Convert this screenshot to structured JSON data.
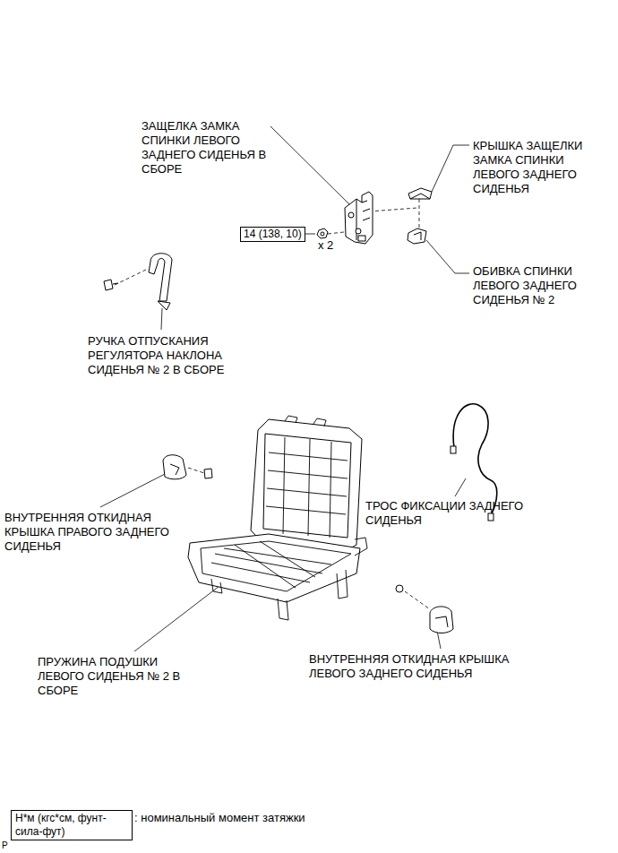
{
  "diagram": {
    "nodes": [
      {
        "text": [
          "14 (138, 10)"
        ]
      },
      {
        "text": [
          "Н*м (кгс*см, фунт-сила-фут)"
        ]
      }
    ],
    "labels": [
      "ЗАЩЕЛКА ЗАМКА СПИНКИ ЛЕВОГО ЗАДНЕГО СИДЕНЬЯ В СБОРЕ",
      "КРЫШКА ЗАЩЕЛКИ ЗАМКА СПИНКИ ЛЕВОГО ЗАДНЕГО СИДЕНЬЯ",
      "x 2",
      "ОБИВКА СПИНКИ ЛЕВОГО ЗАДНЕГО СИДЕНЬЯ № 2",
      "РУЧКА ОТПУСКАНИЯ РЕГУЛЯТОРА НАКЛОНА СИДЕНЬЯ № 2 В СБОРЕ",
      "ТРОС ФИКСАЦИИ ЗАДНЕГО СИДЕНЬЯ",
      "ВНУТРЕННЯЯ ОТКИДНАЯ КРЫШКА ПРАВОГО ЗАДНЕГО СИДЕНЬЯ",
      "ПРУЖИНА ПОДУШКИ ЛЕВОГО СИДЕНЬЯ № 2 В СБОРЕ",
      "ВНУТРЕННЯЯ ОТКИДНАЯ КРЫШКА ЛЕВОГО ЗАДНЕГО СИДЕНЬЯ",
      ": номинальный момент затяжки",
      "P"
    ]
  }
}
